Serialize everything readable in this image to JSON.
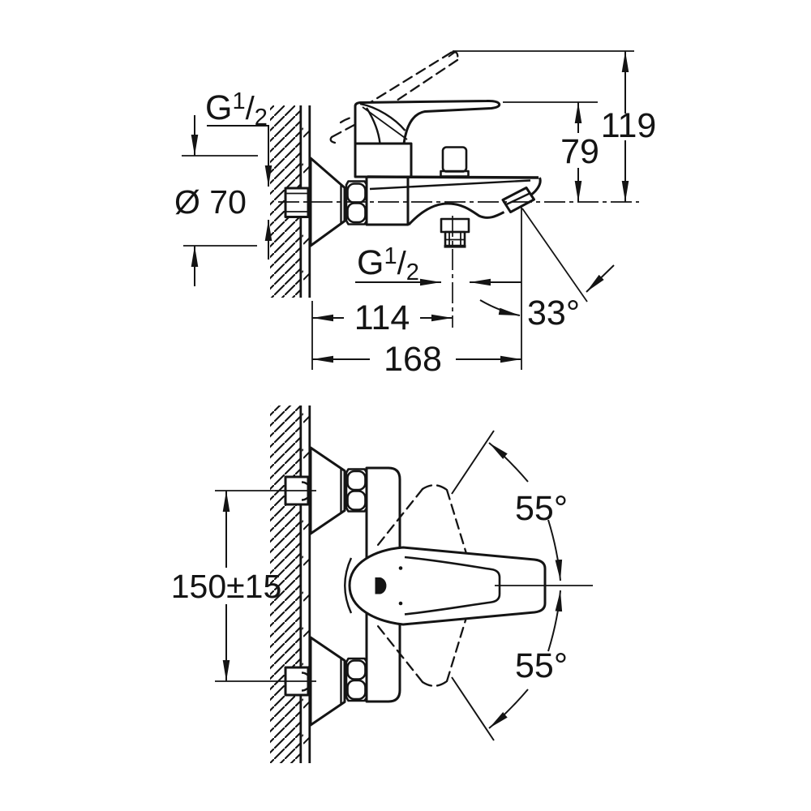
{
  "colors": {
    "background": "#ffffff",
    "ink": "#141414"
  },
  "side_view": {
    "label": "bath mixer side elevation",
    "dimensions": {
      "top_thread": {
        "value": "G 1/2",
        "g": "G",
        "sup": "1",
        "slash": "/",
        "sub": "2"
      },
      "escutcheon_diameter": {
        "value": "Ø 70"
      },
      "overall_height": {
        "value": "119"
      },
      "lever_height": {
        "value": "79"
      },
      "bottom_thread": {
        "value": "G 1/2",
        "g": "G",
        "sup": "1",
        "slash": "/",
        "sub": "2"
      },
      "wall_to_outlet": {
        "value": "114"
      },
      "wall_to_spout_tip": {
        "value": "168"
      },
      "spout_angle": {
        "value": "33°"
      }
    }
  },
  "plan_view": {
    "label": "bath mixer plan view",
    "dimensions": {
      "connection_spacing": {
        "value": "150±15"
      },
      "lever_swing_upper": {
        "value": "55°"
      },
      "lever_swing_lower": {
        "value": "55°"
      }
    }
  }
}
